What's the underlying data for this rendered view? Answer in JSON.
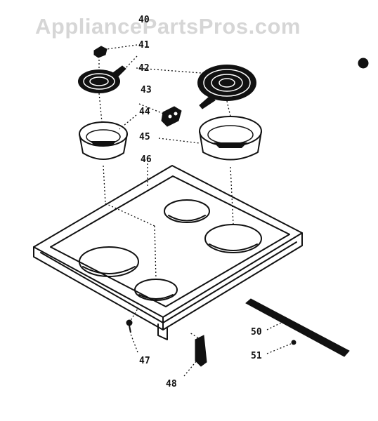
{
  "watermark": "AppliancePartsPros.com",
  "callouts": [
    {
      "id": "40",
      "label": "40"
    },
    {
      "id": "41",
      "label": "41"
    },
    {
      "id": "42",
      "label": "42"
    },
    {
      "id": "43",
      "label": "43"
    },
    {
      "id": "44",
      "label": "44"
    },
    {
      "id": "45",
      "label": "45"
    },
    {
      "id": "46",
      "label": "46"
    },
    {
      "id": "47",
      "label": "47"
    },
    {
      "id": "48",
      "label": "48"
    },
    {
      "id": "50",
      "label": "50"
    },
    {
      "id": "51",
      "label": "51"
    }
  ],
  "colors": {
    "ink": "#111111",
    "watermark": "#d6d6d6",
    "background": "#ffffff"
  }
}
